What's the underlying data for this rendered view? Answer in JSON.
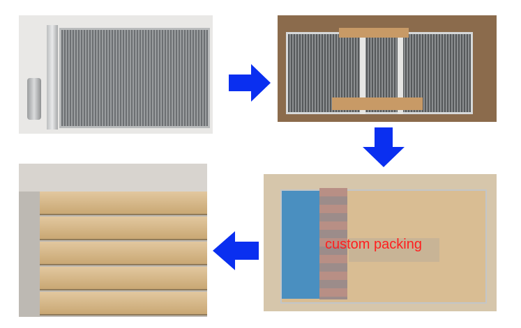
{
  "caption": "custom packing",
  "photos": [
    "condenser-product",
    "condenser-in-carton",
    "stacked-cartons",
    "custom-packed-carton"
  ],
  "colors": {
    "arrow": "#0a2ff0",
    "caption": "#ff1e1e"
  }
}
